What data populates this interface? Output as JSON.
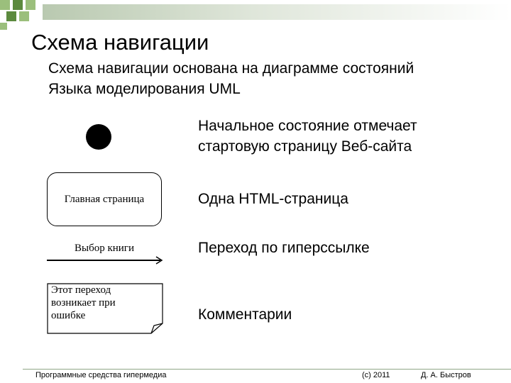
{
  "colors": {
    "deco_dark": "#5c8a3e",
    "deco_light": "#9bbf7c",
    "topbar": "#b9c9b0",
    "footer_line": "#8fa686"
  },
  "slide": {
    "title": "Схема навигации",
    "subtitle_lines": [
      "Схема навигации основана на диаграмме состояний",
      "Языка моделирования UML"
    ]
  },
  "diagram": {
    "state_label": "Главная страница",
    "transition_label": "Выбор книги",
    "note_lines": [
      "Этот переход",
      "возникает при",
      "ошибке"
    ]
  },
  "legend": {
    "initial_lines": [
      "Начальное состояние отмечает",
      "стартовую страницу Веб-сайта"
    ],
    "state": "Одна HTML-страница",
    "transition": "Переход по гиперссылке",
    "note": "Комментарии"
  },
  "footer": {
    "left": "Программные средства гипермедиа",
    "copyright": "(c) 2011",
    "author": "Д. А. Быстров"
  }
}
